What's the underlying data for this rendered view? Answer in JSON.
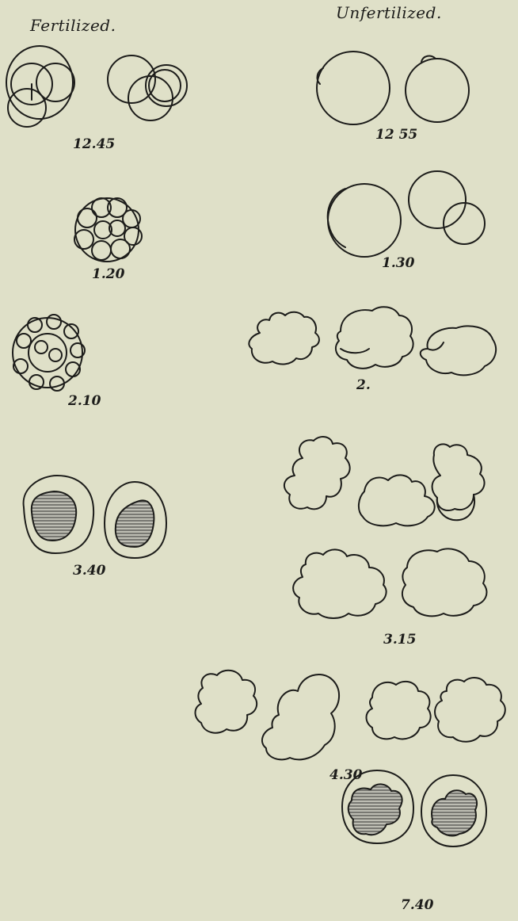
{
  "plate": {
    "headings": {
      "left": "Fertilized.",
      "right": "Unfertilized."
    },
    "fertilized_stages": [
      {
        "time": "12.45"
      },
      {
        "time": "1.20"
      },
      {
        "time": "2.10"
      },
      {
        "time": "3.40"
      }
    ],
    "unfertilized_stages": [
      {
        "time": "12 55"
      },
      {
        "time": "1.30"
      },
      {
        "time": "2."
      },
      {
        "time": "3.15"
      },
      {
        "time": "4.30"
      },
      {
        "time": "7.40"
      }
    ]
  },
  "colors": {
    "background": "#dfe0c8",
    "ink": "#1c1c1a",
    "hatch_fill": "#8f8f86"
  }
}
